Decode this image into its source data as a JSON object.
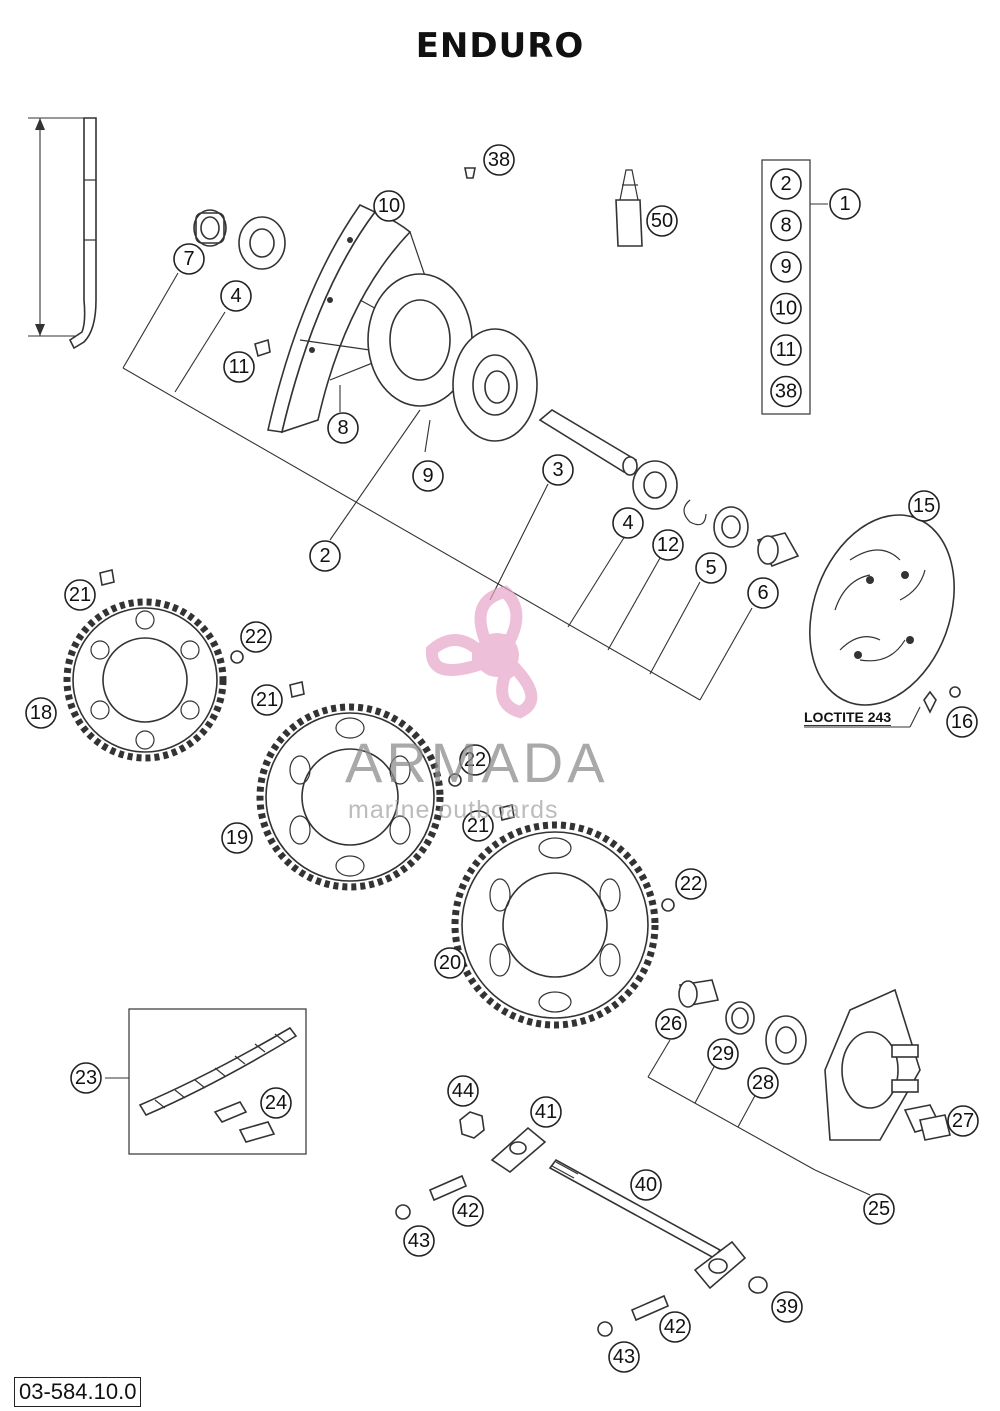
{
  "title": "ENDURO",
  "document_number": "03-584.10.0",
  "loctite_note": "LOCTITE 243",
  "watermark": {
    "name": "ARMADA",
    "tagline": "marine outboards",
    "logo_icon": "propeller-icon",
    "logo_color": "#e8a5c8",
    "text_color": "#8c8c8c"
  },
  "kit_contents": [
    "2",
    "8",
    "9",
    "10",
    "11",
    "38"
  ],
  "kit_label": "1",
  "callouts": [
    "1",
    "2",
    "3",
    "4",
    "4",
    "5",
    "6",
    "7",
    "8",
    "9",
    "10",
    "11",
    "12",
    "15",
    "16",
    "18",
    "19",
    "20",
    "21",
    "21",
    "21",
    "22",
    "22",
    "22",
    "23",
    "24",
    "25",
    "26",
    "27",
    "28",
    "29",
    "38",
    "39",
    "40",
    "41",
    "42",
    "42",
    "43",
    "43",
    "44",
    "50"
  ]
}
